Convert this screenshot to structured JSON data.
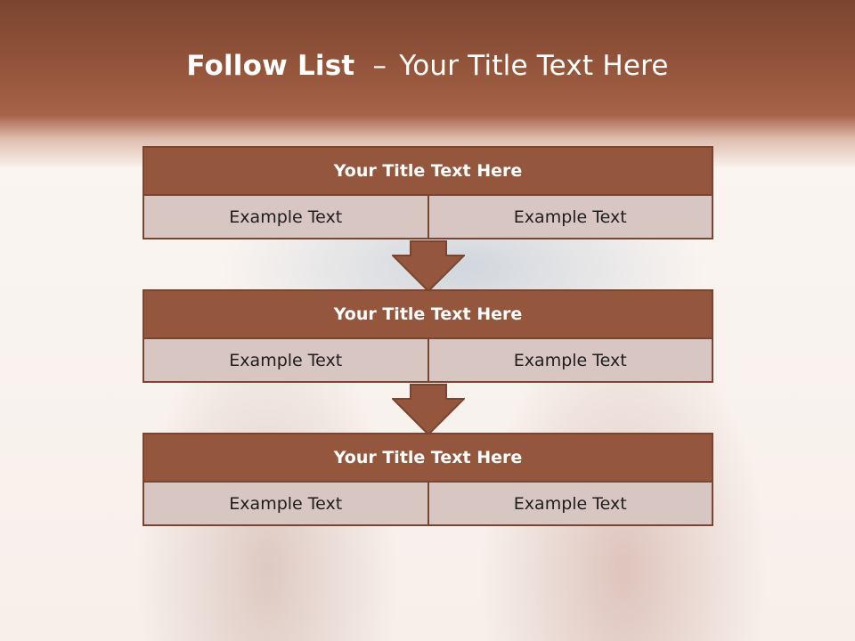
{
  "slide": {
    "title_bold": "Follow List",
    "title_dash": "–",
    "title_rest": "Your Title Text Here"
  },
  "blocks": [
    {
      "title": "Your Title Text Here",
      "left": "Example Text",
      "right": "Example Text"
    },
    {
      "title": "Your Title Text Here",
      "left": "Example Text",
      "right": "Example Text"
    },
    {
      "title": "Your Title Text Here",
      "left": "Example Text",
      "right": "Example Text"
    }
  ],
  "colors": {
    "header_brown": "#94573d",
    "border_brown": "#7a4530",
    "cell_fill": "#d7c6c1"
  }
}
